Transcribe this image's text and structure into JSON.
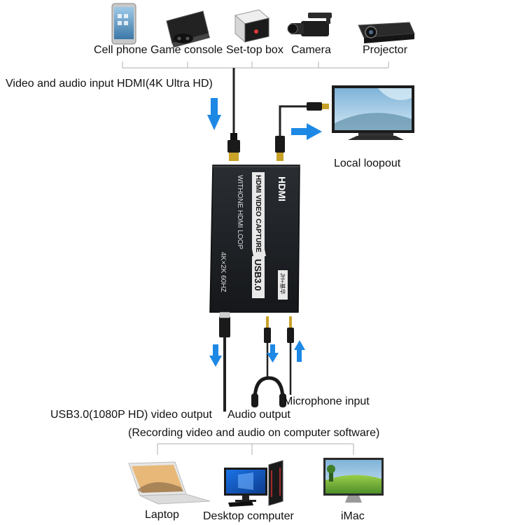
{
  "sources": {
    "cell_phone": "Cell phone",
    "game_console": "Game console",
    "set_top_box": "Set-top box",
    "camera": "Camera",
    "projector": "Projector"
  },
  "input_label": "Video and audio input HDMI(4K Ultra HD)",
  "loopout_label": "Local loopout",
  "device": {
    "brand": "HDMI",
    "line1": "HDMI VIDEO CAPTURE",
    "line2": "WITHONE HDMI LOOP",
    "usb": "USB3.0",
    "res": "4K×2K 60HZ",
    "badge": "JH+基华"
  },
  "ports": {
    "usb_output": "USB3.0(1080P HD) video output",
    "audio_output": "Audio output",
    "mic_input": "Microphone input"
  },
  "recording_note": "(Recording video and audio on computer software)",
  "computers": {
    "laptop": "Laptop",
    "desktop": "Desktop computer",
    "imac": "iMac"
  },
  "colors": {
    "arrow": "#1e88e5",
    "device_body": "#1f2226",
    "cable": "#222222",
    "connector_gold": "#c9a227",
    "bracket": "#bdbdbd"
  }
}
